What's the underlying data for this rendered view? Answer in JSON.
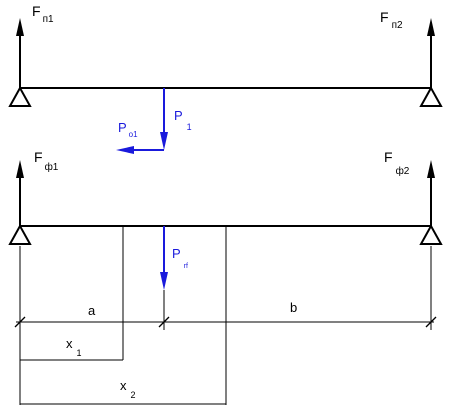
{
  "diagram": {
    "colors": {
      "line": "#000000",
      "force": "#1a1adc",
      "background": "#ffffff"
    },
    "reactions": {
      "top_left": {
        "main": "F",
        "sub": "п1"
      },
      "top_right": {
        "main": "F",
        "sub": "п2"
      },
      "bot_left": {
        "main": "F",
        "sub": "ф1"
      },
      "bot_right": {
        "main": "F",
        "sub": "ф2"
      }
    },
    "loads": {
      "p1": {
        "main": "P",
        "sub": "1"
      },
      "pop1": {
        "main": "P",
        "sub": "о1"
      },
      "pf": {
        "main": "P",
        "sub": "rf"
      }
    },
    "dimensions": {
      "a": "a",
      "b": "b",
      "x1": {
        "main": "x",
        "sub": "1"
      },
      "x2": {
        "main": "x",
        "sub": "2"
      }
    }
  }
}
